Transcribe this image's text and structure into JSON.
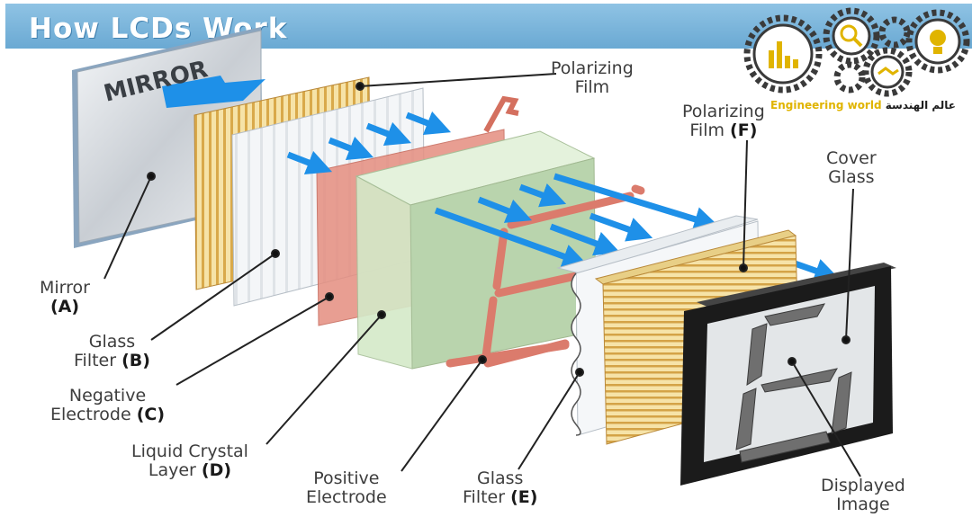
{
  "title": "How LCDs Work",
  "mirror_panel_text": "MIRROR",
  "labels": {
    "polarizing_film": {
      "line1": "Polarizing",
      "line2": "Film",
      "letter": ""
    },
    "polarizing_film_f": {
      "line1": "Polarizing",
      "line2": "Film",
      "letter": "(F)"
    },
    "cover_glass": {
      "line1": "Cover",
      "line2": "Glass",
      "letter": ""
    },
    "mirror": {
      "line1": "Mirror",
      "line2": "",
      "letter": "(A)"
    },
    "glass_filter_b": {
      "line1": "Glass",
      "line2": "Filter",
      "letter": "(B)"
    },
    "negative_electrode": {
      "line1": "Negative",
      "line2": "Electrode",
      "letter": "(C)"
    },
    "liquid_crystal": {
      "line1": "Liquid Crystal",
      "line2": "Layer",
      "letter": "(D)"
    },
    "positive_electrode": {
      "line1": "Positive",
      "line2": "Electrode",
      "letter": ""
    },
    "glass_filter_e": {
      "line1": "Glass",
      "line2": "Filter",
      "letter": "(E)"
    },
    "displayed_image": {
      "line1": "Displayed",
      "line2": "Image",
      "letter": ""
    }
  },
  "watermark": {
    "english": "Engineering world",
    "arabic": "عالم الهندسة"
  },
  "colors": {
    "title_bar": "#7db8de",
    "arrow": "#1e90e8",
    "electrode": "#e07a6a",
    "crystal": "#cfe8c2",
    "film": "#e9c56b"
  }
}
